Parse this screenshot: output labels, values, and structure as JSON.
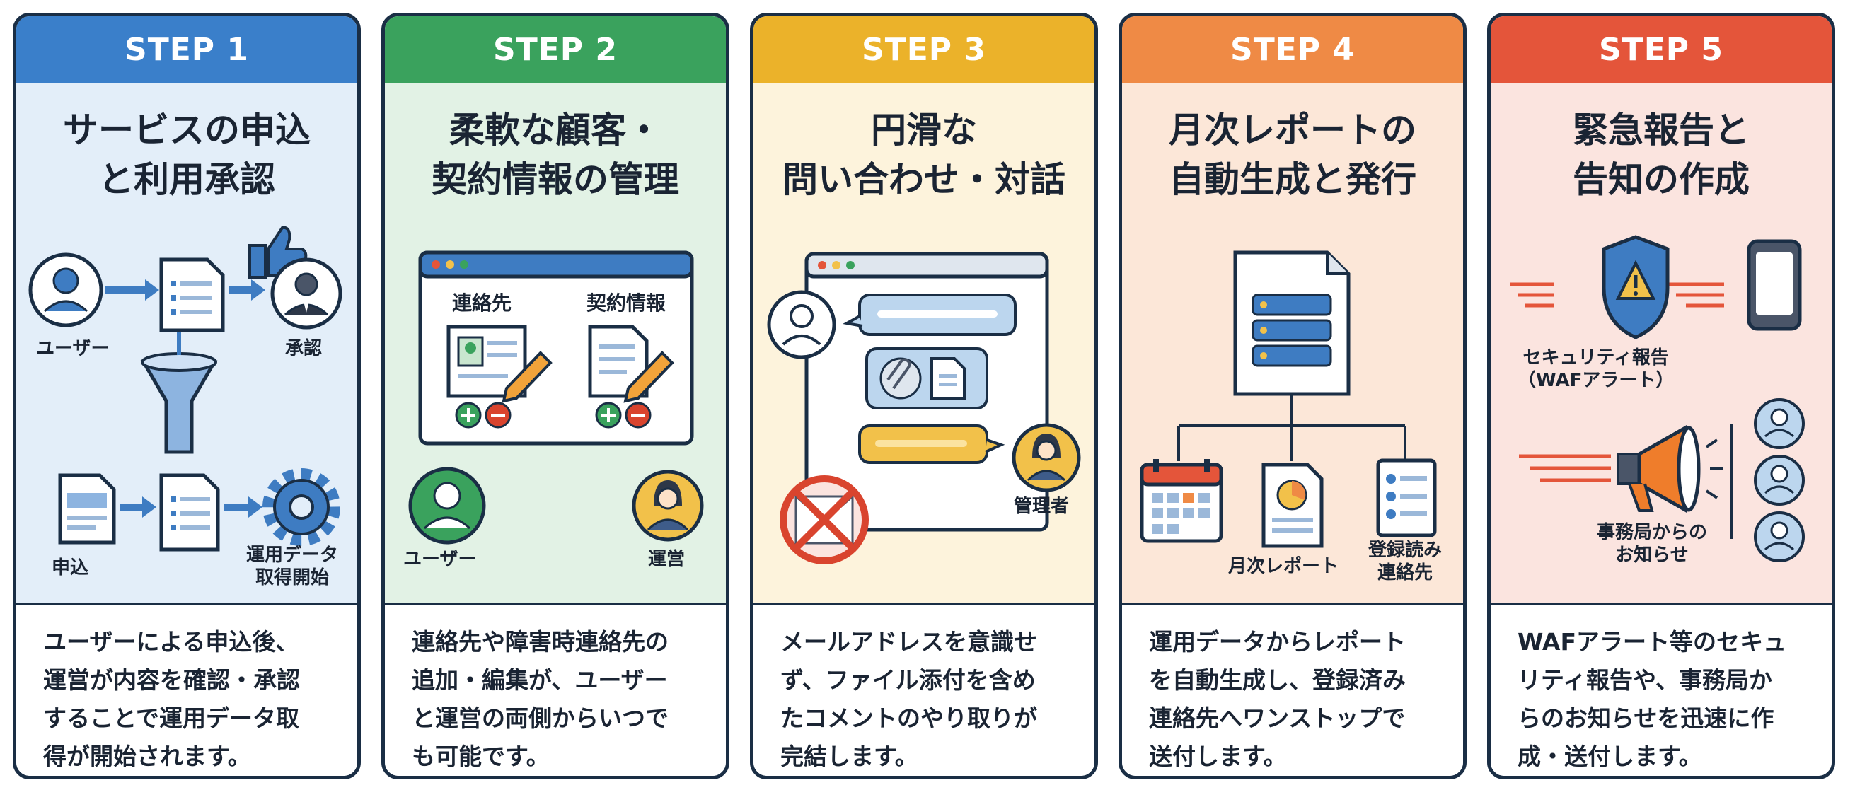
{
  "steps": [
    {
      "header": "STEP 1",
      "title": [
        "サービスの申込",
        "と利用承認"
      ],
      "labels": {
        "user": "ユーザー",
        "approve": "承認",
        "apply": "申込",
        "ops_data": [
          "運用データ",
          "取得開始"
        ]
      },
      "description": [
        "ユーザーによる申込後、",
        "運営が内容を確認・承認",
        "することで運用データ取",
        "得が開始されます。"
      ],
      "colors": {
        "header": "#3a7fca",
        "bg": "#e3eef9"
      },
      "icons": [
        "user-icon",
        "document-icon",
        "thumbs-up-icon",
        "person-icon",
        "funnel-icon",
        "form-icon",
        "gear-icon"
      ]
    },
    {
      "header": "STEP 2",
      "title": [
        "柔軟な顧客・",
        "契約情報の管理"
      ],
      "labels": {
        "contact": "連絡先",
        "contract": "契約情報",
        "user": "ユーザー",
        "ops": "運営"
      },
      "description": [
        "連絡先や障害時連絡先の",
        "追加・編集が、ユーザー",
        "と運営の両側からいつで",
        "も可能です。"
      ],
      "colors": {
        "header": "#3aa25d",
        "bg": "#e2f2e5"
      },
      "icons": [
        "browser-window-icon",
        "contact-card-icon",
        "pencil-icon",
        "plus-icon",
        "minus-icon",
        "user-icon",
        "female-user-icon"
      ]
    },
    {
      "header": "STEP 3",
      "title": [
        "円滑な",
        "問い合わせ・対話"
      ],
      "labels": {
        "admin": "管理者"
      },
      "description": [
        "メールアドレスを意識せ",
        "ず、ファイル添付を含め",
        "たコメントのやり取りが",
        "完結します。"
      ],
      "colors": {
        "header": "#ebb22a",
        "bg": "#fdf3dc"
      },
      "icons": [
        "browser-window-icon",
        "user-icon",
        "chat-bubble-icon",
        "paperclip-icon",
        "document-icon",
        "no-mail-icon",
        "female-user-icon"
      ]
    },
    {
      "header": "STEP 4",
      "title": [
        "月次レポートの",
        "自動生成と発行"
      ],
      "labels": {
        "monthly_report": "月次レポート",
        "registered": [
          "登録読み",
          "連絡先"
        ]
      },
      "description": [
        "運用データからレポート",
        "を自動生成し、登録済み",
        "連絡先へワンストップで",
        "送付します。"
      ],
      "colors": {
        "header": "#ef8a45",
        "bg": "#fce7d8"
      },
      "icons": [
        "server-document-icon",
        "calendar-icon",
        "report-chart-icon",
        "contact-list-icon"
      ]
    },
    {
      "header": "STEP 5",
      "title": [
        "緊急報告と",
        "告知の作成"
      ],
      "labels": {
        "security": [
          "セキュリティ報告",
          "（WAFアラート）"
        ],
        "office": [
          "事務局からの",
          "お知らせ"
        ]
      },
      "description": [
        "WAFアラート等のセキュ",
        "リティ報告や、事務局か",
        "らのお知らせを迅速に作",
        "成・送付します。"
      ],
      "colors": {
        "header": "#e4553a",
        "bg": "#fbe4df"
      },
      "icons": [
        "warning-shield-icon",
        "smartphone-icon",
        "megaphone-icon",
        "user-icon"
      ]
    }
  ],
  "colors": {
    "border": "#1a2e45",
    "icon_blue": "#3e7cc2",
    "icon_green": "#3aa25d",
    "icon_orange": "#ef7d2b",
    "icon_red": "#d9442e",
    "icon_yellow": "#f2c14a"
  }
}
